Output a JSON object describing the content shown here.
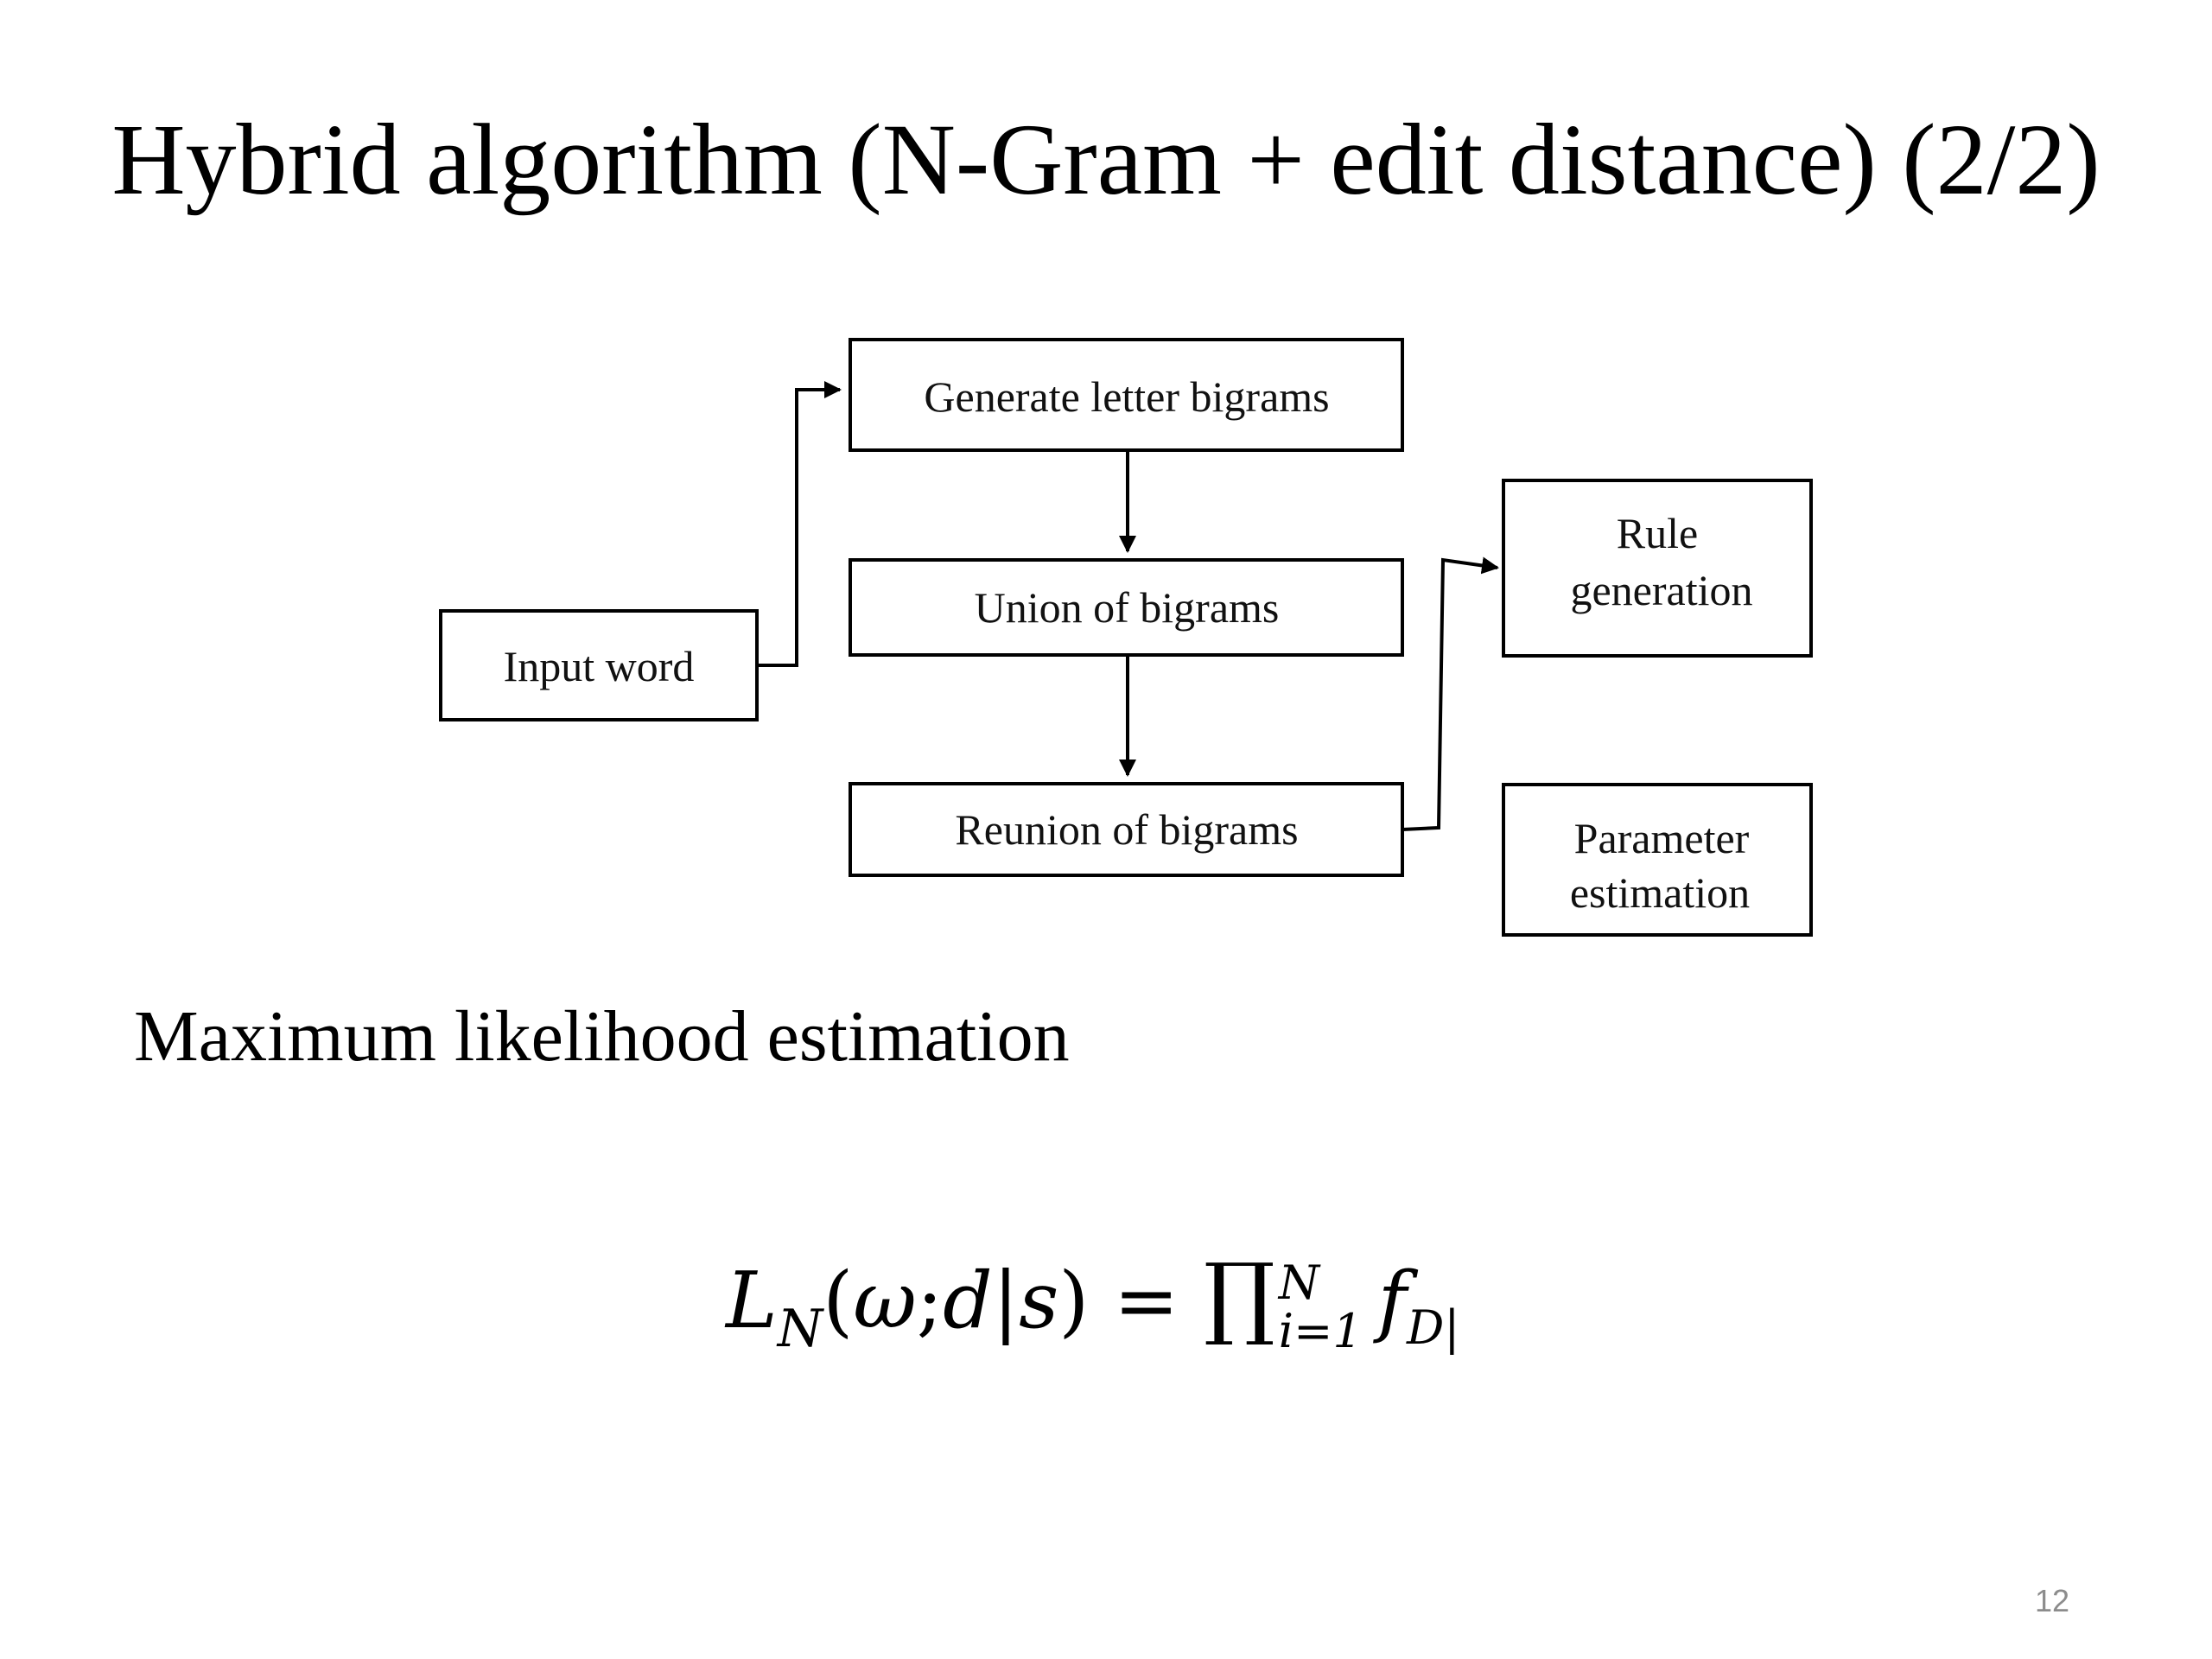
{
  "slide": {
    "title": "Hybrid algorithm (N-Gram + edit distance) (2/2)",
    "section_heading": "Maximum likelihood estimation",
    "page_number": "12"
  },
  "diagram": {
    "nodes": {
      "input_word": "Input word",
      "generate": "Generate letter bigrams",
      "union": "Union of bigrams",
      "reunion": "Reunion of bigrams",
      "rule_line1": "Rule",
      "rule_line2": "generation",
      "param_line1": "Parameter",
      "param_line2": "estimation"
    },
    "edges": [
      {
        "from": "Input word",
        "to": "Generate letter bigrams"
      },
      {
        "from": "Generate letter bigrams",
        "to": "Union of bigrams"
      },
      {
        "from": "Union of bigrams",
        "to": "Reunion of bigrams"
      },
      {
        "from": "Reunion of bigrams",
        "to": "Rule generation"
      }
    ]
  },
  "formula": {
    "L": "L",
    "N_sub": "N",
    "open": "(",
    "omega": "ω",
    "semi": ";",
    "d": "d",
    "bar": "|",
    "s": "s",
    "close": ")",
    "equals": " = ",
    "prod": "∏",
    "upper": "N",
    "lower": "i=1",
    "f": "f",
    "f_sub": "D|"
  },
  "colors": {
    "background": "#ffffff",
    "text": "#000000",
    "page_number": "#8c8c8c"
  }
}
